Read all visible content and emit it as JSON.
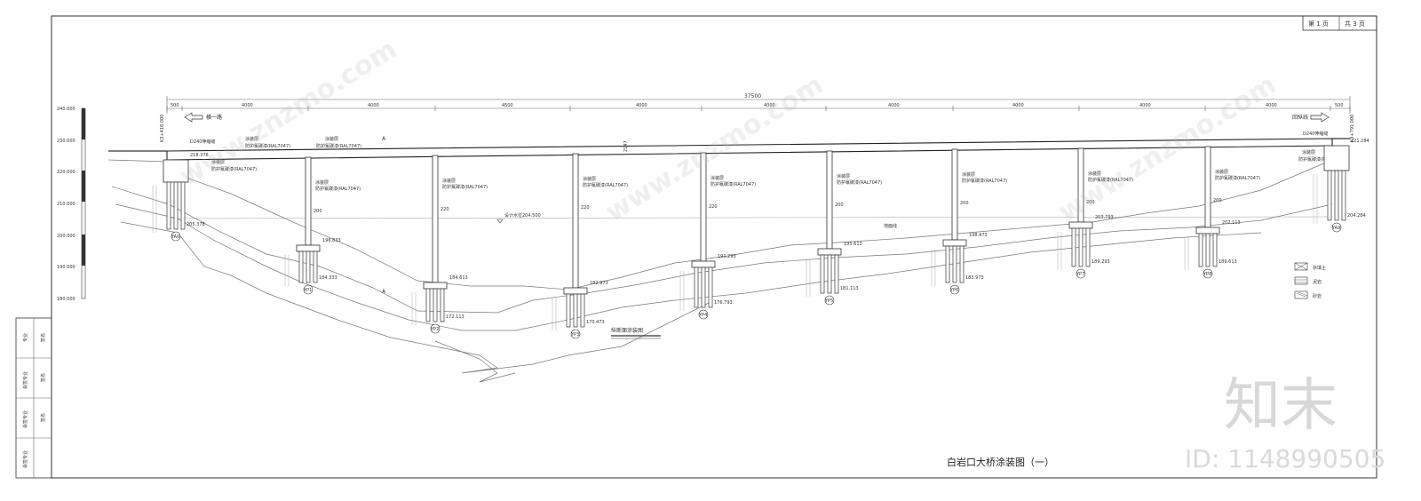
{
  "sheet": {
    "page_label_1": "第 1 页",
    "page_label_2": "共 3 页",
    "title": "白岩口大桥涂装图（一）",
    "section_title": "纵断面涂装图",
    "total_span": "37500"
  },
  "directions": {
    "left": "横一路",
    "right": "回纵线"
  },
  "stations": {
    "left": "K3+418.000",
    "right": "K3+791.000"
  },
  "elevation_axis": [
    "240.000",
    "230.000",
    "220.000",
    "210.000",
    "200.000",
    "190.000",
    "180.000"
  ],
  "dimensions": [
    "500",
    "4000",
    "4000",
    "4500",
    "4000",
    "4000",
    "4000",
    "4000",
    "4000",
    "4000",
    "500"
  ],
  "annotations": {
    "coating_label": "涂装层",
    "color_code": "防护氟碳漆(RAL7047)",
    "joint": "D240伸缩缝",
    "water_level": "设计水位204.500",
    "section_mark": "A",
    "beam_depth": "2147",
    "ground_line": "地面线"
  },
  "piers": [
    {
      "id": "YA0",
      "top_elev": "218.376",
      "bottom_elev": "205.378"
    },
    {
      "id": "YP1",
      "top_elev": "196.833",
      "bottom_elev": "184.333",
      "height": "200"
    },
    {
      "id": "YP2",
      "top_elev": "184.613",
      "bottom_elev": "172.113",
      "height": "220"
    },
    {
      "id": "YP3",
      "top_elev": "182.973",
      "bottom_elev": "170.473",
      "height": "220"
    },
    {
      "id": "YP4",
      "top_elev": "191.293",
      "bottom_elev": "176.793",
      "height": "220"
    },
    {
      "id": "YP5",
      "top_elev": "195.613",
      "bottom_elev": "181.113",
      "height": "200"
    },
    {
      "id": "YP6",
      "top_elev": "198.473",
      "bottom_elev": "183.973",
      "height": "200"
    },
    {
      "id": "YP7",
      "top_elev": "203.793",
      "bottom_elev": "189.293",
      "height": "200"
    },
    {
      "id": "YP8",
      "top_elev": "202.113",
      "bottom_elev": "189.613",
      "height": "200"
    },
    {
      "id": "YA9",
      "top_elev": "221.284",
      "bottom_elev": "204.284"
    }
  ],
  "legend": [
    {
      "label": "杂填土"
    },
    {
      "label": "泥岩"
    },
    {
      "label": "砂岩"
    }
  ],
  "side_column": [
    "专业",
    "签名",
    "会签专业",
    "签名",
    "会签专业",
    "签名",
    "会签专业"
  ],
  "watermarks": {
    "brand": "知末",
    "id": "ID: 1148990505",
    "diag": "www.znzmo.com"
  }
}
